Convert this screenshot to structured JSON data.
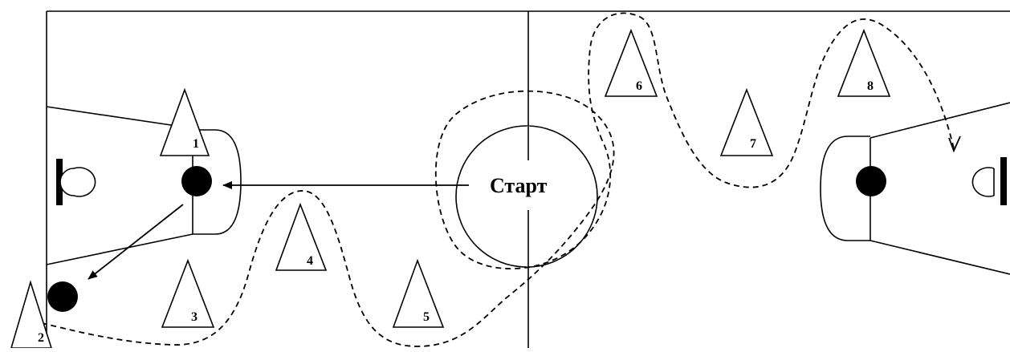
{
  "diagram": {
    "start_label": "Старт",
    "cones": [
      {
        "id": "cone-1",
        "label": "1"
      },
      {
        "id": "cone-2",
        "label": "2"
      },
      {
        "id": "cone-3",
        "label": "3"
      },
      {
        "id": "cone-4",
        "label": "4"
      },
      {
        "id": "cone-5",
        "label": "5"
      },
      {
        "id": "cone-6",
        "label": "6"
      },
      {
        "id": "cone-7",
        "label": "7"
      },
      {
        "id": "cone-8",
        "label": "8"
      }
    ],
    "colors": {
      "line": "#000000",
      "background": "#ffffff",
      "ball": "#000000"
    }
  }
}
